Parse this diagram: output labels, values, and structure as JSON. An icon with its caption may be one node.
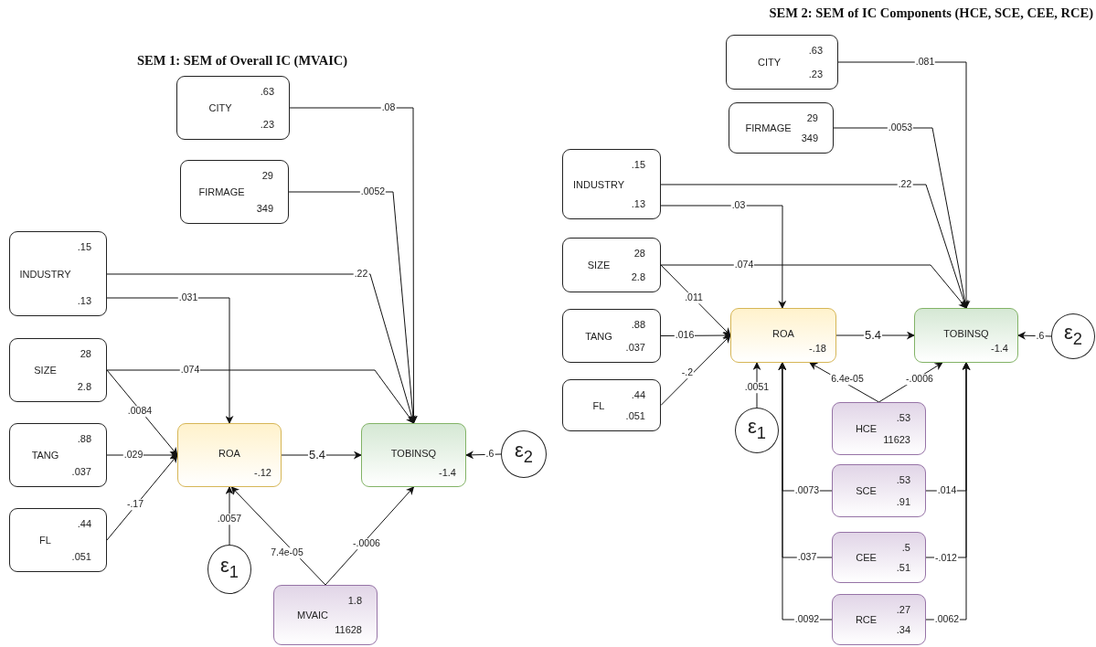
{
  "diagram": {
    "nodes": [
      {
        "text": [
          ".63",
          "CITY",
          ".23"
        ]
      },
      {
        "text": [
          "29",
          "FIRMAGE",
          "349"
        ]
      },
      {
        "text": [
          ".15",
          "INDUSTRY",
          ".13"
        ]
      },
      {
        "text": [
          "28",
          "SIZE",
          "2.8"
        ]
      },
      {
        "text": [
          ".88",
          "TANG",
          ".037"
        ]
      },
      {
        "text": [
          ".44",
          "FL",
          ".051"
        ]
      },
      {
        "text": [
          "ROA",
          "-.12"
        ]
      },
      {
        "text": [
          "TOBINSQ",
          "-1.4"
        ]
      },
      {
        "text": [
          "ε$_{2}$"
        ]
      },
      {
        "text": [
          "ε$_{1}$"
        ]
      },
      {
        "text": [
          "1.8",
          "MVAIC",
          "11628"
        ]
      },
      {
        "text": [
          ".63",
          "CITY",
          ".23"
        ]
      },
      {
        "text": [
          "29",
          "FIRMAGE",
          "349"
        ]
      },
      {
        "text": [
          ".15",
          "INDUSTRY",
          ".13"
        ]
      },
      {
        "text": [
          "28",
          "SIZE",
          "2.8"
        ]
      },
      {
        "text": [
          ".88",
          "TANG",
          ".037"
        ]
      },
      {
        "text": [
          ".44",
          "FL",
          ".051"
        ]
      },
      {
        "text": [
          "ROA",
          "-.18"
        ]
      },
      {
        "text": [
          "TOBINSQ",
          "-1.4"
        ]
      },
      {
        "text": [
          "ε$_{2}$"
        ]
      },
      {
        "text": [
          "ε$_{1}$"
        ]
      },
      {
        "text": [
          ".53",
          "HCE",
          "11623"
        ]
      },
      {
        "text": [
          ".53",
          "SCE",
          ".91"
        ]
      },
      {
        "text": [
          ".5",
          "CEE",
          ".51"
        ]
      },
      {
        "text": [
          ".27",
          "RCE",
          ".34"
        ]
      }
    ],
    "edges": [
      {
        "from": 0,
        "to": 7,
        "arrow": "to",
        "label": ".08"
      },
      {
        "from": 1,
        "to": 7,
        "arrow": "to",
        "label": ".0052"
      },
      {
        "from": 2,
        "to": 7,
        "arrow": "to",
        "label": ".22"
      },
      {
        "from": 2,
        "to": 6,
        "arrow": "to",
        "label": ".031"
      },
      {
        "from": 3,
        "to": 7,
        "arrow": "to",
        "label": ".074"
      },
      {
        "from": 3,
        "to": 6,
        "arrow": "to",
        "label": ".0084"
      },
      {
        "from": 4,
        "to": 6,
        "arrow": "to",
        "label": ".029"
      },
      {
        "from": 5,
        "to": 6,
        "arrow": "to",
        "label": "-.17"
      },
      {
        "from": 6,
        "to": 7,
        "arrow": "to",
        "label": "5.4"
      },
      {
        "from": 8,
        "to": 7,
        "arrow": "to",
        "label": ".6"
      },
      {
        "from": 9,
        "to": 6,
        "arrow": "to",
        "label": ".0057"
      },
      {
        "from": 10,
        "to": 6,
        "arrow": "to",
        "label": "7.4e-05"
      },
      {
        "from": 10,
        "to": 7,
        "arrow": "to",
        "label": "-.0006"
      },
      {
        "from": 11,
        "to": 18,
        "arrow": "to",
        "label": ".081"
      },
      {
        "from": 12,
        "to": 18,
        "arrow": "to",
        "label": ".0053"
      },
      {
        "from": 13,
        "to": 18,
        "arrow": "to",
        "label": ".22"
      },
      {
        "from": 13,
        "to": 17,
        "arrow": "to",
        "label": ".03"
      },
      {
        "from": 14,
        "to": 18,
        "arrow": "to",
        "label": ".074"
      },
      {
        "from": 14,
        "to": 17,
        "arrow": "to",
        "label": ".011"
      },
      {
        "from": 15,
        "to": 17,
        "arrow": "to",
        "label": ".016"
      },
      {
        "from": 16,
        "to": 17,
        "arrow": "to",
        "label": "-.2"
      },
      {
        "from": 17,
        "to": 18,
        "arrow": "to",
        "label": "5.4"
      },
      {
        "from": 19,
        "to": 18,
        "arrow": "to",
        "label": ".6"
      },
      {
        "from": 20,
        "to": 17,
        "arrow": "to",
        "label": ".0051"
      },
      {
        "from": 21,
        "to": 17,
        "arrow": "to",
        "label": "6.4e-05"
      },
      {
        "from": 21,
        "to": 18,
        "arrow": "to",
        "label": "-.0006"
      },
      {
        "from": 22,
        "to": 17,
        "arrow": "to",
        "label": ".0073"
      },
      {
        "from": 22,
        "to": 18,
        "arrow": "to",
        "label": ".014"
      },
      {
        "from": 23,
        "to": 17,
        "arrow": "to",
        "label": ".037"
      },
      {
        "from": 23,
        "to": 18,
        "arrow": "to",
        "label": "-.012"
      },
      {
        "from": 24,
        "to": 17,
        "arrow": "to",
        "label": ".0092"
      },
      {
        "from": 24,
        "to": 18,
        "arrow": "to",
        "label": ".0062"
      }
    ],
    "labels": [
      "SEM 1: SEM of Overall IC (MVAIC)",
      "SEM 2: SEM of IC Components (HCE, SCE, CEE, RCE)"
    ]
  }
}
